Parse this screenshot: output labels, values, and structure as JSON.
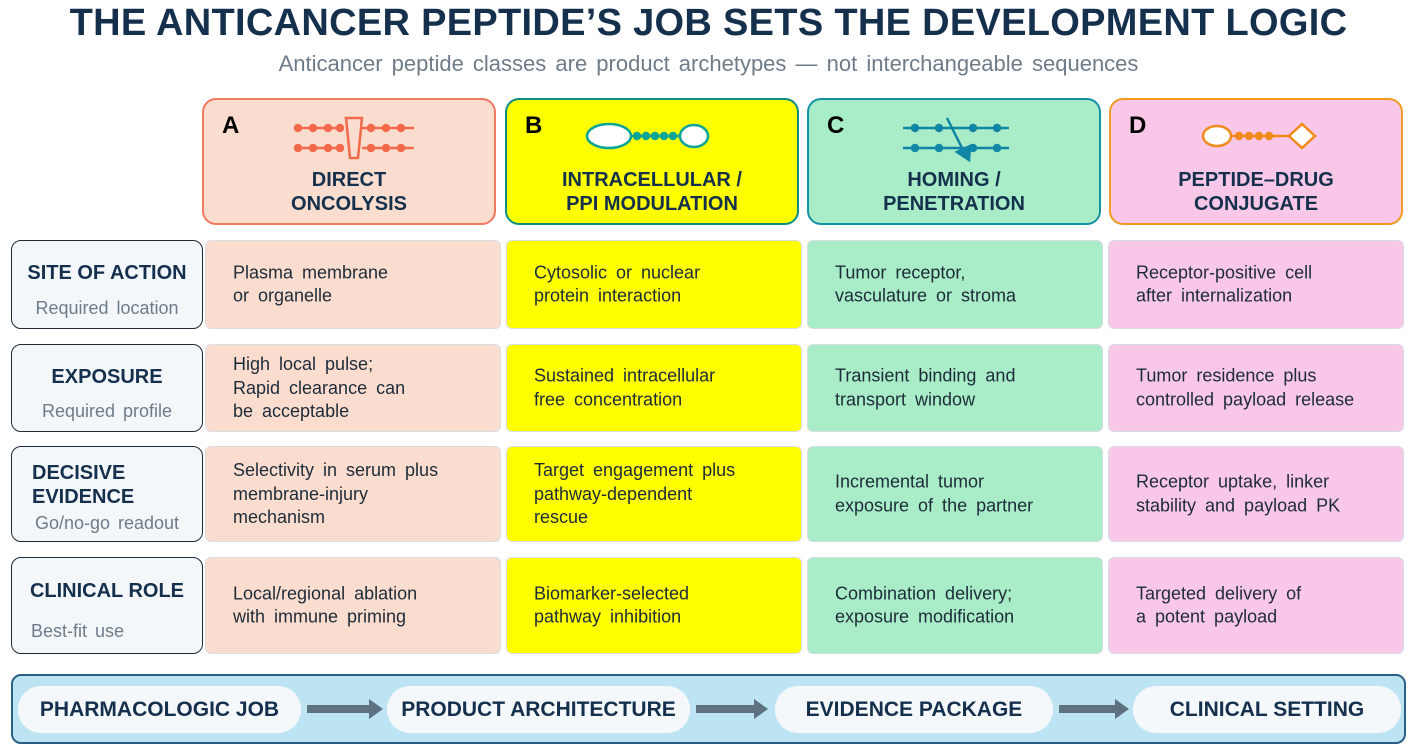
{
  "title": "THE ANTICANCER PEPTIDE’S JOB SETS THE DEVELOPMENT LOGIC",
  "subtitle": "Anticancer peptide classes are product archetypes — not interchangeable sequences",
  "columns": [
    {
      "letter": "A",
      "name": "DIRECT\nONCOLYSIS",
      "icon": "membrane-pore-icon",
      "border": "#ef7a5f",
      "fill": "#fbddd0",
      "cell_fill": "#fbddd0",
      "icon_color": "#f26a4b"
    },
    {
      "letter": "B",
      "name": "INTRACELLULAR /\nPPI MODULATION",
      "icon": "bridged-ovals-icon",
      "border": "#0b8e83",
      "fill": "#ffff00",
      "cell_fill": "#ffff00",
      "icon_color": "#0aa596"
    },
    {
      "letter": "C",
      "name": "HOMING /\nPENETRATION",
      "icon": "crossing-arrow-icon",
      "border": "#1591a6",
      "fill": "#a8ecc8",
      "cell_fill": "#a8ecc8",
      "icon_color": "#0f86a6"
    },
    {
      "letter": "D",
      "name": "PEPTIDE–DRUG\nCONJUGATE",
      "icon": "linker-payload-icon",
      "border": "#f09a21",
      "fill": "#f9c8e8",
      "cell_fill": "#f9c8e8",
      "icon_color": "#f08a1c"
    }
  ],
  "rows": [
    {
      "title": "SITE OF ACTION",
      "subtitle": "Required  location",
      "cells": [
        "Plasma  membrane\nor organelle",
        "Cytosolic  or nuclear\nprotein  interaction",
        "Tumor  receptor,\nvasculature  or stroma",
        "Receptor-positive  cell\nafter internalization"
      ]
    },
    {
      "title": "EXPOSURE",
      "subtitle": "Required  profile",
      "cells": [
        "High local pulse;\nRapid clearance can\nbe acceptable",
        "Sustained  intracellular\nfree concentration",
        "Transient  binding  and\ntransport  window",
        "Tumor  residence  plus\ncontrolled  payload  release"
      ]
    },
    {
      "title": "DECISIVE\nEVIDENCE",
      "subtitle": "Go/no-go  readout",
      "cells": [
        "Selectivity  in serum plus\nmembrane-injury\nmechanism",
        "Target  engagement  plus\npathway-dependent\nrescue",
        "Incremental  tumor\nexposure  of the partner",
        "Receptor  uptake,  linker\nstability  and payload  PK"
      ]
    },
    {
      "title": "CLINICAL ROLE",
      "subtitle": "Best-fit  use",
      "cells": [
        "Local/regional  ablation\nwith immune  priming",
        "Biomarker-selected\npathway  inhibition",
        "Combination  delivery;\nexposure  modification",
        "Targeted  delivery  of\na potent  payload"
      ]
    }
  ],
  "flow": [
    "PHARMACOLOGIC JOB",
    "PRODUCT ARCHITECTURE",
    "EVIDENCE PACKAGE",
    "CLINICAL SETTING"
  ],
  "colors": {
    "title": "#15304d",
    "subtitle": "#6e7c8a",
    "flow_bar": "#bde4f3",
    "arrow": "#5d7181"
  }
}
